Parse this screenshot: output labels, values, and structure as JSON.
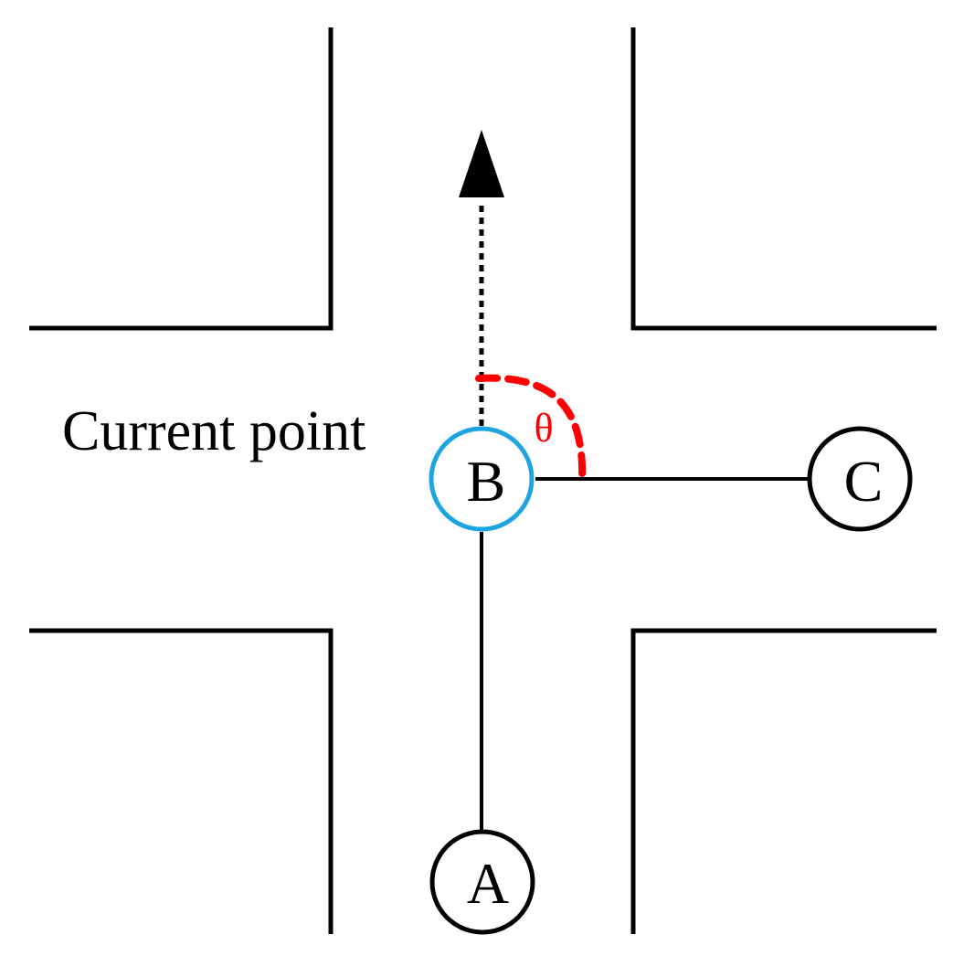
{
  "labels": {
    "current_point": "Current point",
    "node_a": "A",
    "node_b": "B",
    "node_c": "C",
    "angle": "θ"
  },
  "colors": {
    "line": "#000000",
    "current_node_outline": "#1ea4e0",
    "angle_arc": "#ff0000",
    "background": "#ffffff"
  },
  "icons": {
    "heading": "arrow-up-icon"
  }
}
